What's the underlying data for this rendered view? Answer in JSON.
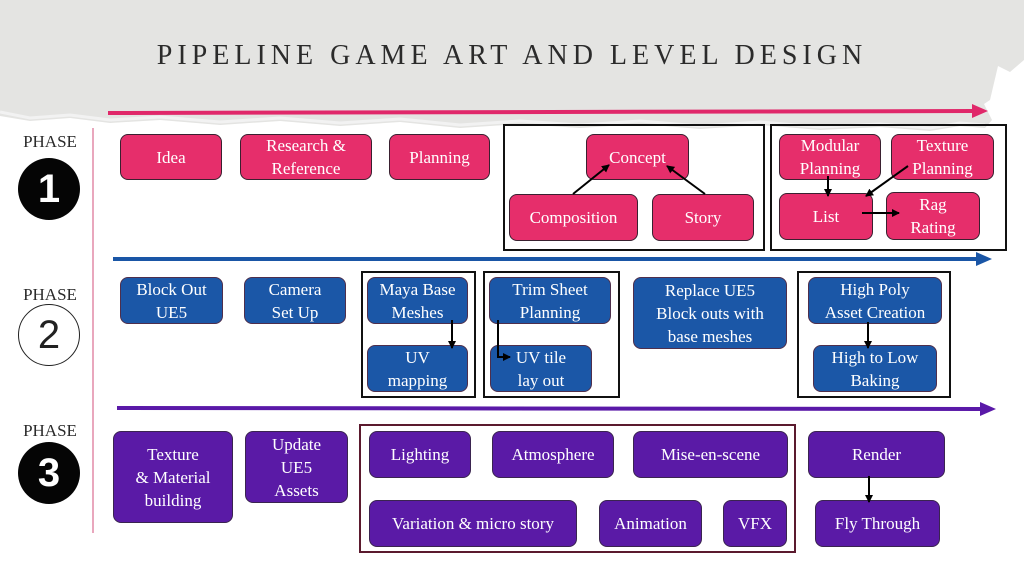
{
  "title": "PIPELINE GAME ART AND LEVEL DESIGN",
  "colors": {
    "phase1": "#e62e6b",
    "phase2": "#1b57a7",
    "phase3": "#5a1aa6",
    "arrow1": "#e0286a",
    "arrow2": "#1a56a6",
    "arrow3": "#5a19a8",
    "group_border": "#111111",
    "maroon_border": "#5b1a2e"
  },
  "phases": [
    {
      "label": "PHASE",
      "number": "1",
      "boxes": {
        "idea": "Idea",
        "research": "Research &\nReference",
        "planning": "Planning",
        "concept": "Concept",
        "composition": "Composition",
        "story": "Story",
        "modular": "Modular\nPlanning",
        "texture_planning": "Texture\nPlanning",
        "list": "List",
        "rag": "Rag\nRating"
      }
    },
    {
      "label": "PHASE",
      "number": "2",
      "boxes": {
        "blockout": "Block Out\nUE5",
        "camera": "Camera\nSet Up",
        "maya": "Maya Base\nMeshes",
        "uv_mapping": "UV\nmapping",
        "trim": "Trim Sheet\nPlanning",
        "uv_tile": "UV tile\nlay out",
        "replace": "Replace UE5\nBlock outs with\nbase meshes",
        "highpoly": "High Poly\nAsset Creation",
        "baking": "High to Low\nBaking"
      }
    },
    {
      "label": "PHASE",
      "number": "3",
      "boxes": {
        "texture_building": "Texture\n& Material\nbuilding",
        "update": "Update\nUE5\nAssets",
        "lighting": "Lighting",
        "atmosphere": "Atmosphere",
        "mise": "Mise-en-scene",
        "variation": "Variation & micro story",
        "animation": "Animation",
        "vfx": "VFX",
        "render": "Render",
        "fly": "Fly Through"
      }
    }
  ]
}
